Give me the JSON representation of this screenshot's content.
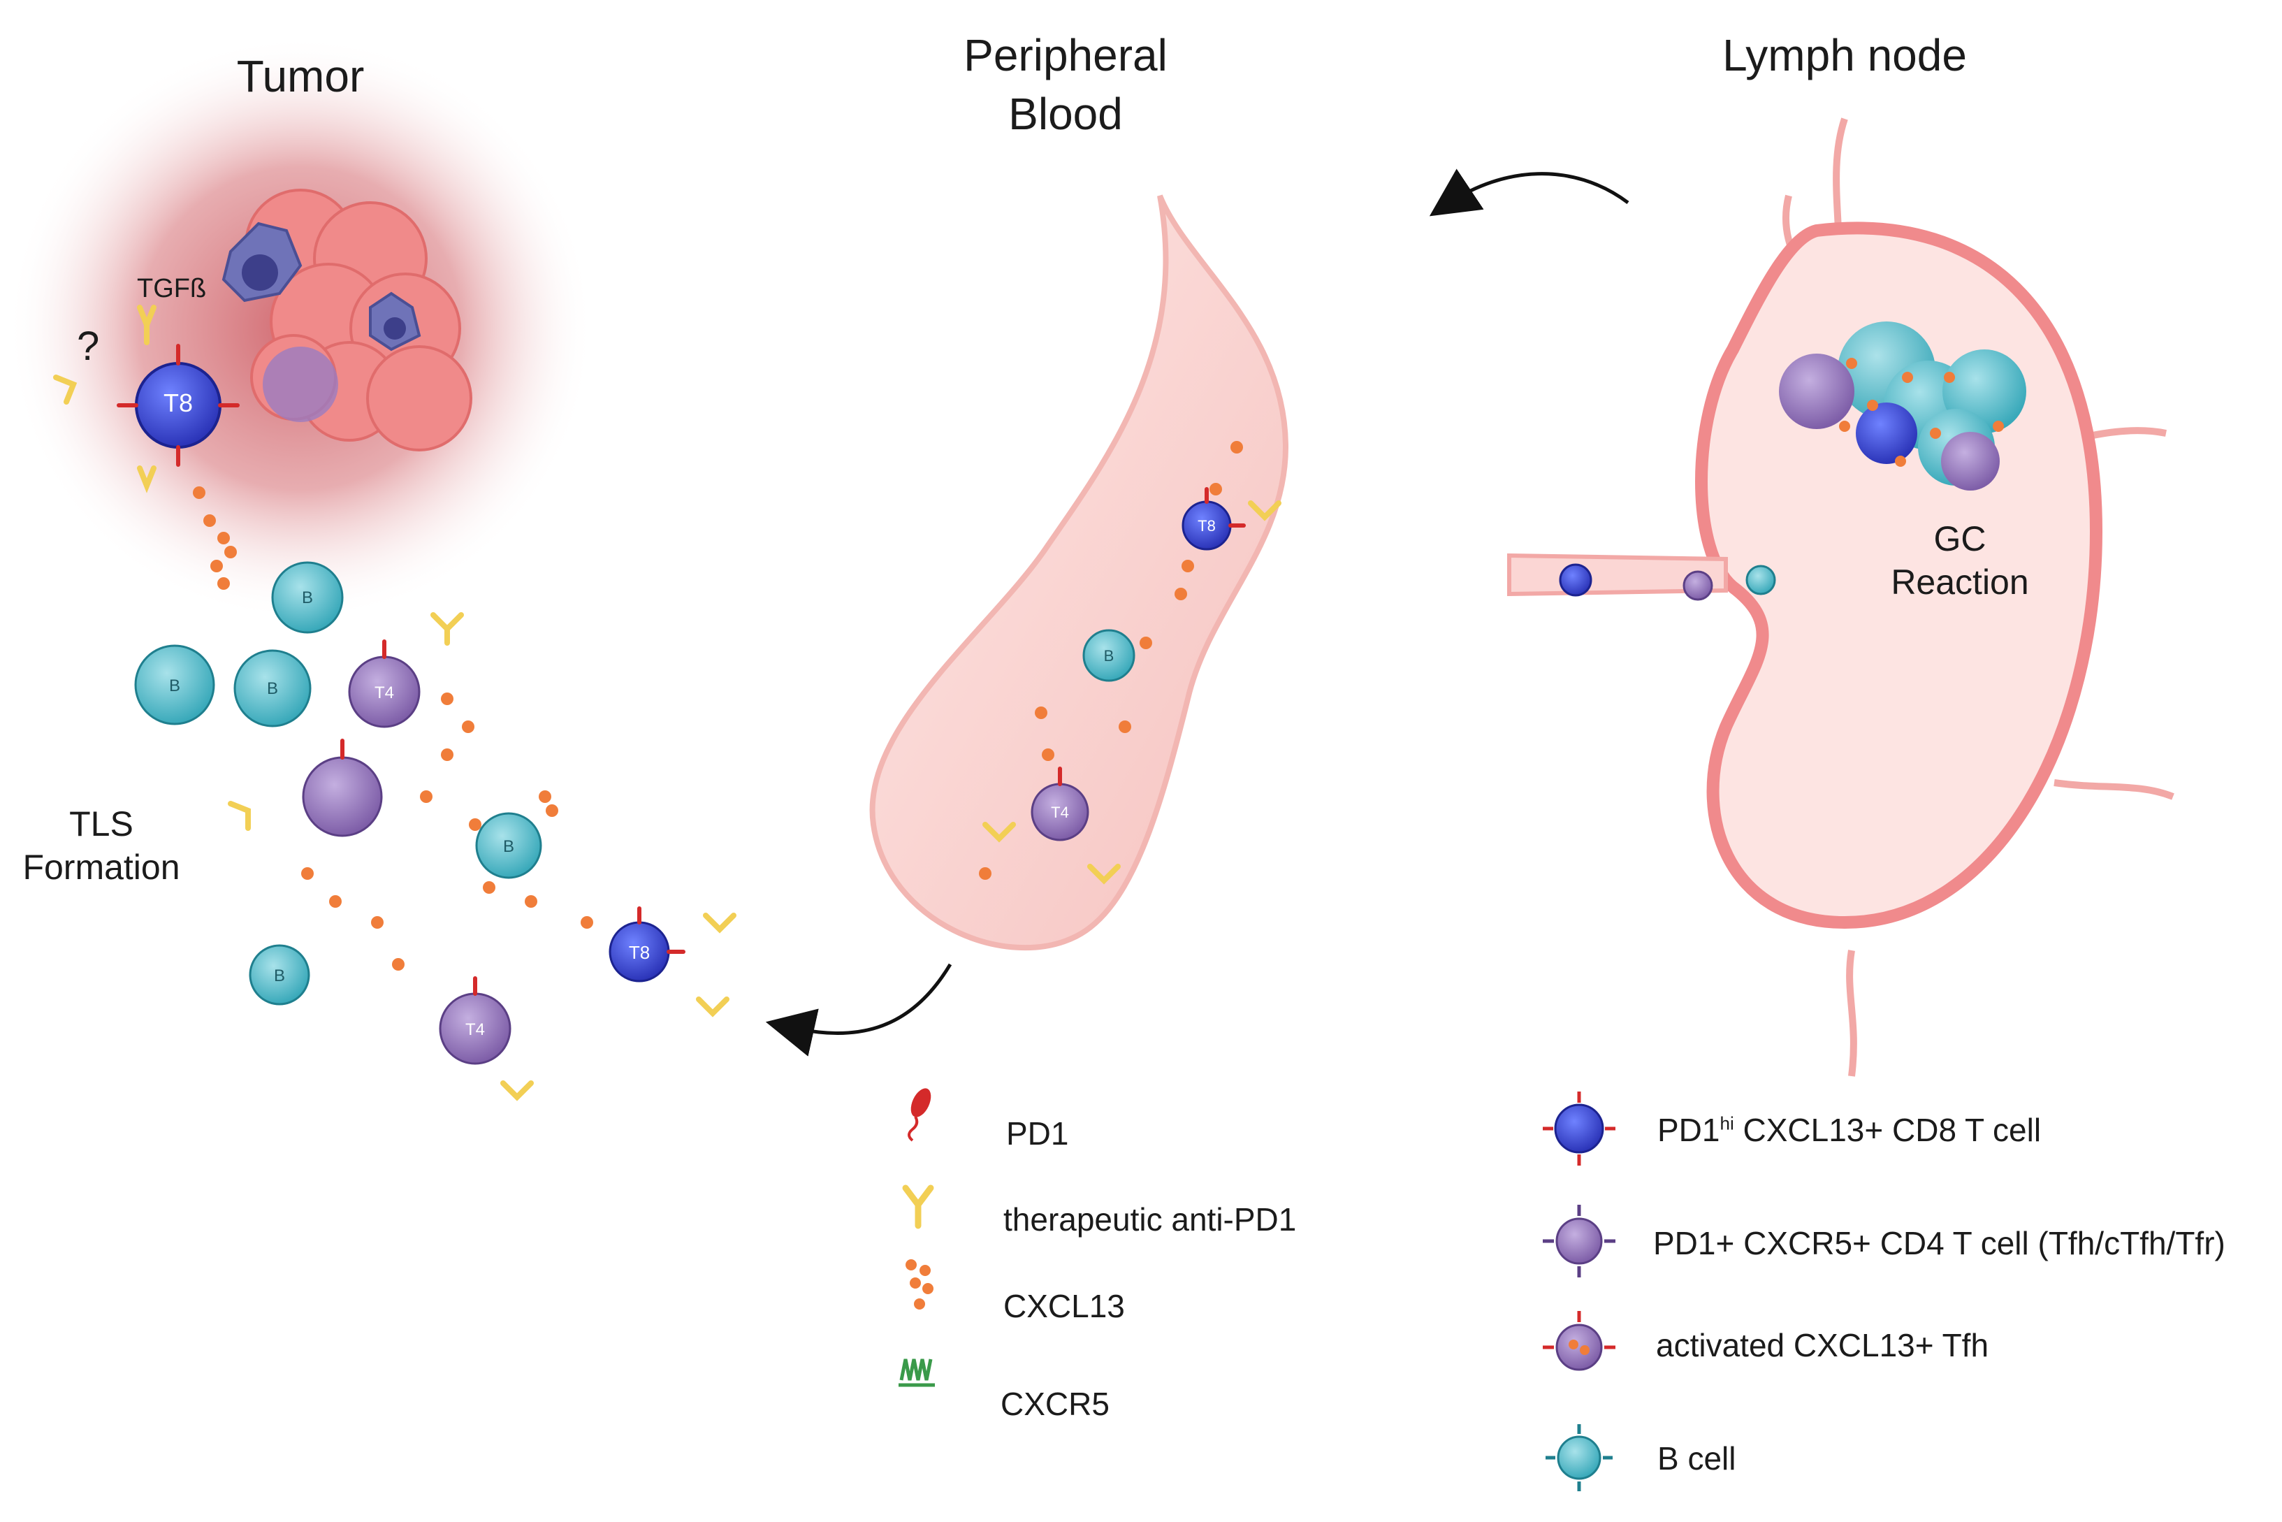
{
  "titles": {
    "tumor": "Tumor",
    "blood_line1": "Peripheral",
    "blood_line2": "Blood",
    "lymph": "Lymph node"
  },
  "labels": {
    "tgfb": "TGFß",
    "question": "?",
    "tls_line1": "TLS",
    "tls_line2": "Formation",
    "gc_line1": "GC",
    "gc_line2": "Reaction"
  },
  "cell_labels": {
    "t8": "T8",
    "t4": "T4",
    "b": "B"
  },
  "legend_left": [
    {
      "icon": "pd1-icon",
      "text": "PD1"
    },
    {
      "icon": "antibody-icon",
      "text": "therapeutic anti-PD1"
    },
    {
      "icon": "cxcl13-dots-icon",
      "text": "CXCL13"
    },
    {
      "icon": "cxcr5-receptor-icon",
      "text": "CXCR5"
    }
  ],
  "legend_right": [
    {
      "icon": "cd8-t-cell-icon",
      "text_pre": "PD1",
      "text_sup": "hi",
      "text_post": " CXCL13+ CD8 T cell"
    },
    {
      "icon": "cd4-t-cell-icon",
      "text": "PD1+ CXCR5+ CD4 T cell (Tfh/cTfh/Tfr)"
    },
    {
      "icon": "activated-tfh-icon",
      "text": "activated CXCL13+  Tfh"
    },
    {
      "icon": "b-cell-icon",
      "text": "B cell"
    }
  ],
  "colors": {
    "t8": "#3a4bd6",
    "t4": "#9b7cc0",
    "b": "#3fb3c2",
    "pd1": "#d42a2a",
    "antibody": "#f2cf55",
    "cxcl13": "#f07d3a",
    "cxcr5": "#3a9a4a",
    "vessel": "#f7c7c4",
    "tumor_glow": "#c94f57"
  }
}
